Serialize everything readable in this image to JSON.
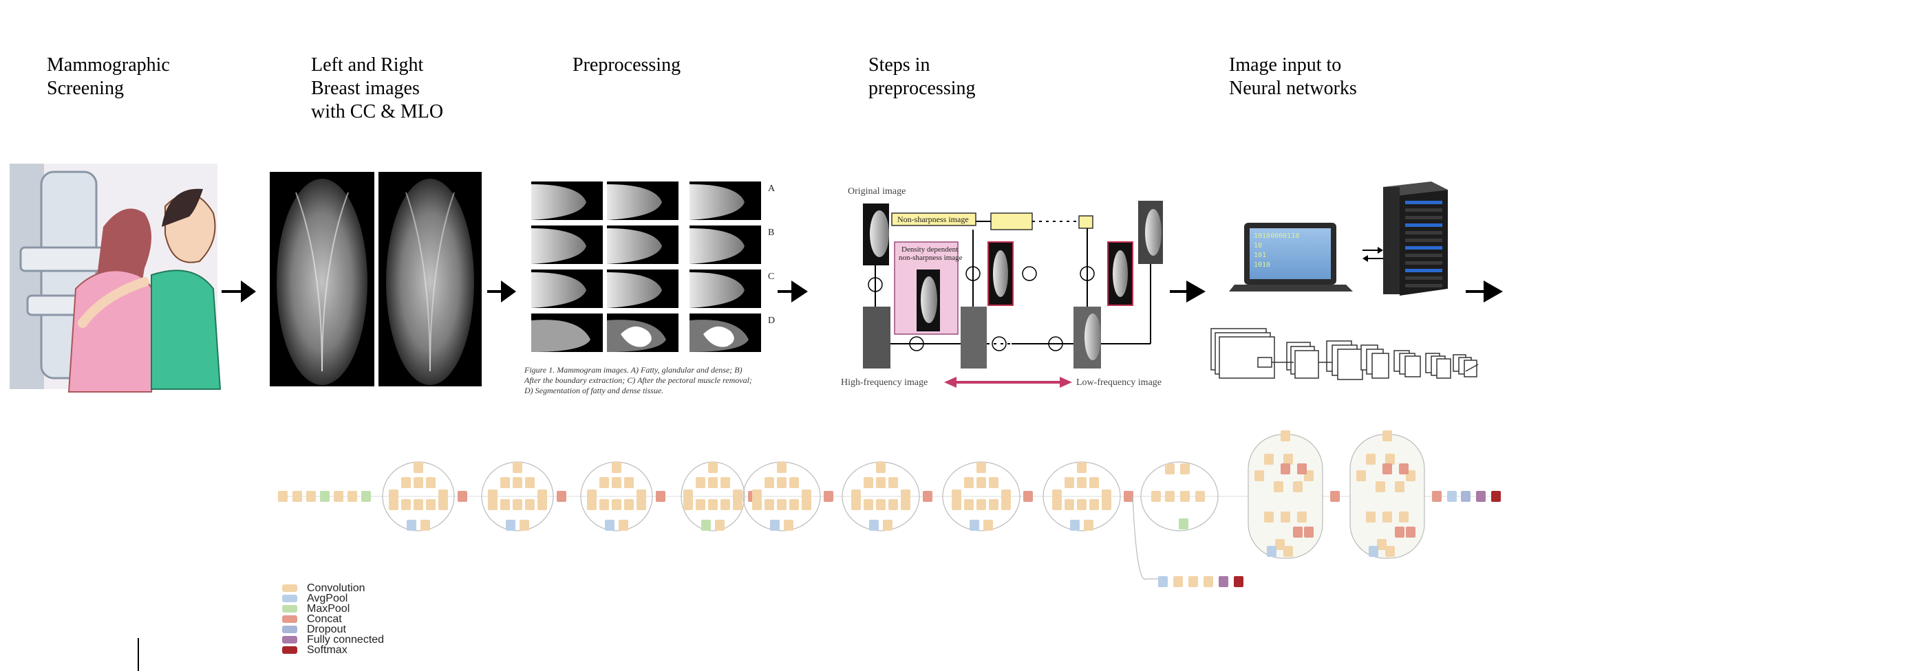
{
  "stages": [
    {
      "id": "screening",
      "title": "Mammographic\nScreening"
    },
    {
      "id": "images",
      "title": "Left and Right\nBreast images\nwith CC & MLO"
    },
    {
      "id": "preprocessing",
      "title": "Preprocessing"
    },
    {
      "id": "steps",
      "title": "Steps in\npreprocessing"
    },
    {
      "id": "input",
      "title": "Image input to\nNeural networks"
    }
  ],
  "preprocessing_panel": {
    "row_labels": [
      "A",
      "B",
      "C",
      "D"
    ],
    "caption_line1": "Figure 1. Mammogram images. A) Fatty, glandular and dense; B)",
    "caption_line2": "After the boundary extraction; C) After the pectoral muscle removal;",
    "caption_line3": "D) Segmentation of fatty and dense tissue."
  },
  "steps_panel": {
    "original_label": "Original image",
    "non_sharpness_label": "Non-sharpness image",
    "density_label_1": "Density dependent",
    "density_label_2": "non-sharpness image",
    "high_freq_label": "High-frequency image",
    "low_freq_label": "Low-frequency image"
  },
  "network_panel": {
    "screen_lines": [
      "10100000110",
      "10",
      "101",
      "1010"
    ]
  },
  "colors": {
    "Convolution": "#f2d4a8",
    "AvgPool": "#b9cfe8",
    "MaxPool": "#bfe0ad",
    "Concat": "#e59a8a",
    "Dropout": "#a8b6d8",
    "Fully connected": "#a87aa8",
    "Softmax": "#a8262a"
  },
  "legend": [
    {
      "label": "Convolution"
    },
    {
      "label": "AvgPool"
    },
    {
      "label": "MaxPool"
    },
    {
      "label": "Concat"
    },
    {
      "label": "Dropout"
    },
    {
      "label": "Fully connected"
    },
    {
      "label": "Softmax"
    }
  ]
}
